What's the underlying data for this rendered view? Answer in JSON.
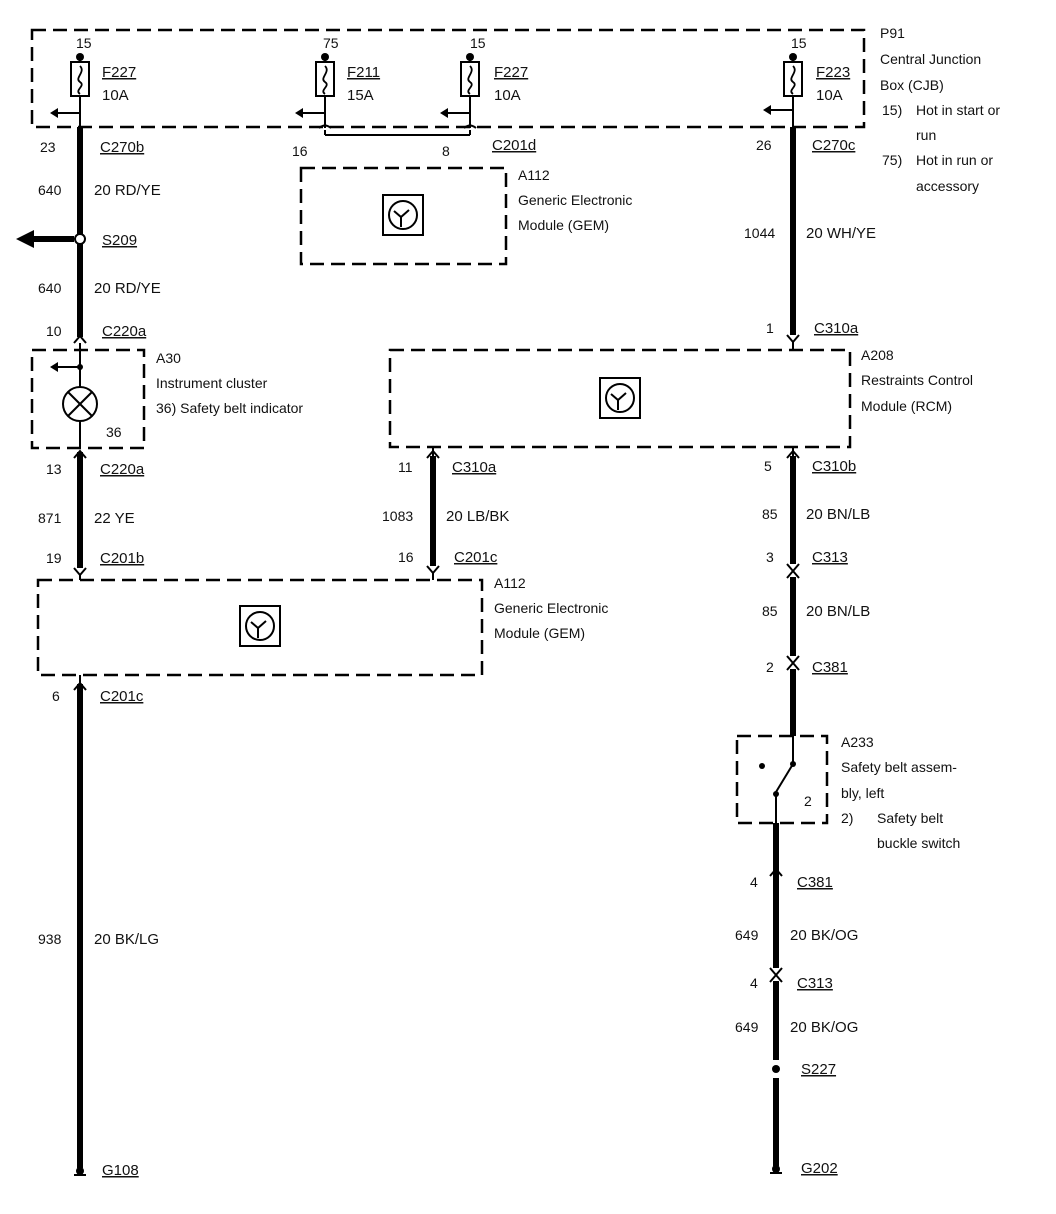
{
  "cjb": {
    "id": "P91",
    "name_line1": "Central Junction",
    "name_line2": "Box (CJB)",
    "note1_num": "15)",
    "note1_line1": "Hot in start or",
    "note1_line2": "run",
    "note2_num": "75)",
    "note2_line1": "Hot in run or",
    "note2_line2": "accessory"
  },
  "fuses": [
    {
      "circuit": "15",
      "id": "F227",
      "rating": "10A"
    },
    {
      "circuit": "75",
      "id": "F211",
      "rating": "15A"
    },
    {
      "circuit": "15",
      "id": "F227",
      "rating": "10A"
    },
    {
      "circuit": "15",
      "id": "F223",
      "rating": "10A"
    }
  ],
  "gem_top": {
    "pin_a": "16",
    "pin_b": "8",
    "connector": "C201d",
    "id": "A112",
    "line1": "Generic Electronic",
    "line2": "Module (GEM)"
  },
  "left_branch": {
    "c270b_pin": "23",
    "c270b": "C270b",
    "w1_circuit": "640",
    "w1_spec": "20 RD/YE",
    "splice": "S209",
    "w2_circuit": "640",
    "w2_spec": "20 RD/YE",
    "c220a_in_pin": "10",
    "c220a_in": "C220a",
    "cluster_id": "A30",
    "cluster_name": "Instrument cluster",
    "cluster_note": "36)  Safety belt indicator",
    "cluster_pin": "36",
    "c220a_out_pin": "13",
    "c220a_out": "C220a",
    "w3_circuit": "871",
    "w3_spec": "22 YE",
    "c201b_pin": "19",
    "c201b": "C201b",
    "c201c_pin": "6",
    "c201c": "C201c",
    "w4_circuit": "938",
    "w4_spec": "20 BK/LG",
    "ground": "G108"
  },
  "gem_bottom": {
    "id": "A112",
    "line1": "Generic Electronic",
    "line2": "Module (GEM)"
  },
  "middle": {
    "c310a_pin": "11",
    "c310a": "C310a",
    "w_circuit": "1083",
    "w_spec": "20 LB/BK",
    "c201c_pin": "16",
    "c201c": "C201c"
  },
  "right_branch": {
    "c270c_pin": "26",
    "c270c": "C270c",
    "w1_circuit": "1044",
    "w1_spec": "20 WH/YE",
    "c310a_pin": "1",
    "c310a": "C310a",
    "rcm_id": "A208",
    "rcm_line1": "Restraints Control",
    "rcm_line2": "Module (RCM)",
    "c310b_pin": "5",
    "c310b": "C310b",
    "w2_circuit": "85",
    "w2_spec": "20 BN/LB",
    "c313_pin": "3",
    "c313": "C313",
    "w3_circuit": "85",
    "w3_spec": "20 BN/LB",
    "c381_pin": "2",
    "c381": "C381",
    "belt_id": "A233",
    "belt_line1": "Safety belt assem-",
    "belt_line2": "bly, left",
    "belt_note_num": "2)",
    "belt_note_line1": "Safety belt",
    "belt_note_line2": "buckle switch",
    "belt_pin": "2",
    "c381b_pin": "4",
    "c381b": "C381",
    "w4_circuit": "649",
    "w4_spec": "20 BK/OG",
    "c313b_pin": "4",
    "c313b": "C313",
    "w5_circuit": "649",
    "w5_spec": "20 BK/OG",
    "splice": "S227",
    "ground": "G202"
  }
}
